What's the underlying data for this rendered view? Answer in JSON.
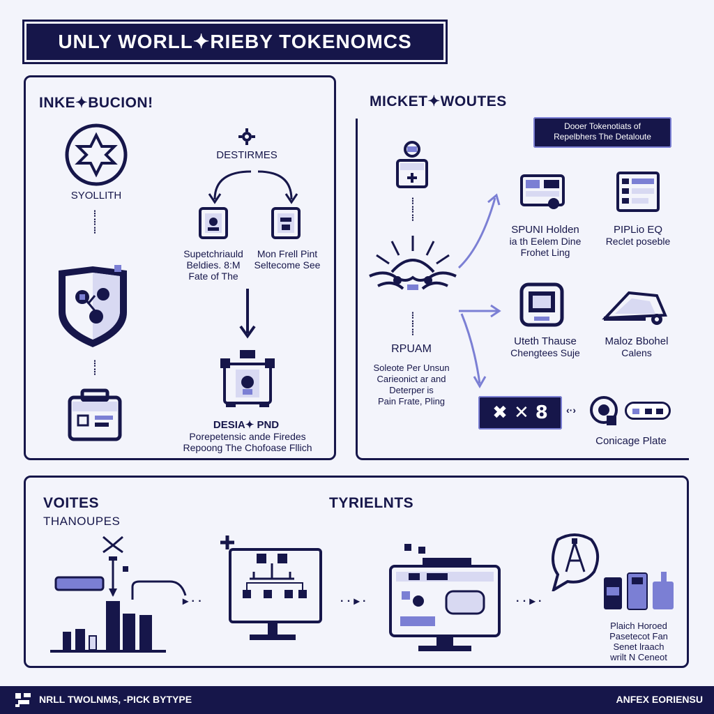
{
  "header": {
    "title": "UNLY WORLL✦RIEBY TOKENOMCS"
  },
  "intro": {
    "heading": "INKE✦BUCION!",
    "node1_label": "SYOLLITH",
    "center_label": "DESTIRMES",
    "left_label": [
      "Supetchriauld",
      "Beldies. 8:M",
      "Fate of The"
    ],
    "right_label": [
      "Mon Frell Pint",
      "Seltecome See"
    ],
    "bottom_title": "DESIA✦ PND",
    "bottom_text": [
      "Porepetensic ande Firedes",
      "Repoong The Chofoase Fllich"
    ]
  },
  "market": {
    "heading": "MICKET✦WOUTES",
    "banner": [
      "Dooer Tokenotiats of",
      "Repelbhers The Detaloute"
    ],
    "center_title": "RPUAM",
    "center_text": [
      "Soleote Per Unsun",
      "Carieonict ar and",
      "Deterper is",
      "Pain Frate, Pling"
    ],
    "item1": [
      "SPUNI Holden",
      "ia th Eelem Dine",
      "Frohet Ling"
    ],
    "item2": [
      "PIPLio EQ",
      "Reclet poseble"
    ],
    "item3": [
      "Uteth Thause",
      "Chengtees Suje"
    ],
    "item4": [
      "Maloz Bbohel",
      "Calens"
    ],
    "code_box": "✖ ✕ 8",
    "plate_label": "Conicage Plate"
  },
  "bottom_panel": {
    "heading_left": "VOITES",
    "subheading_left": "THANOUPES",
    "heading_center": "TYRIELNTS",
    "right_text": [
      "Plaich Horoed",
      "Pasetecot Fan",
      "Senet lraach",
      "wrilt N Ceneot"
    ]
  },
  "footer": {
    "left": "NRLL TWOLNMS, -PICK BYTYPE",
    "right": "ANFEX EORIENSU"
  },
  "colors": {
    "navy": "#16164a",
    "periwinkle": "#7b7fd4",
    "background": "#f3f4fb"
  }
}
